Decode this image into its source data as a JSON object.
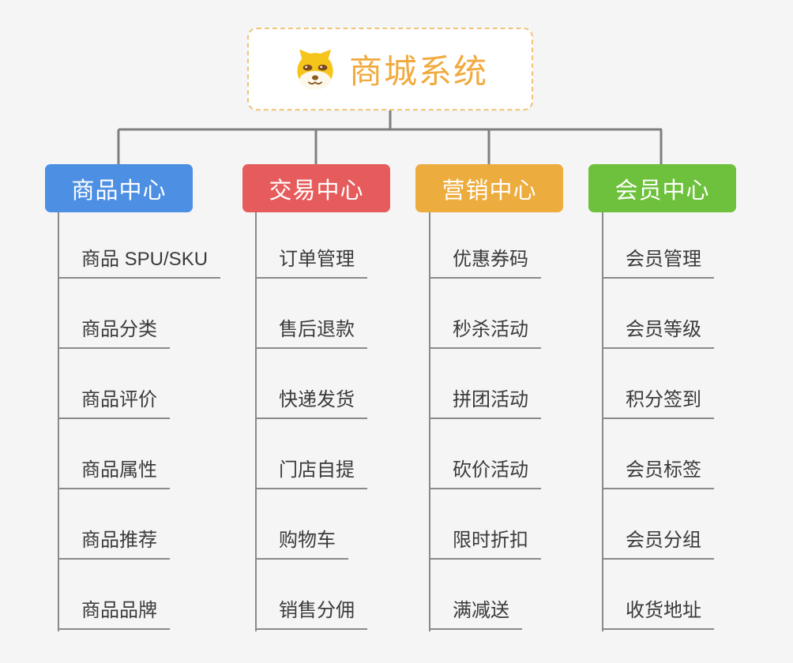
{
  "root": {
    "title": "商城系统",
    "icon": "doge-icon"
  },
  "colors": {
    "background": "#f5f5f6",
    "root_text": "#f0aa3e",
    "root_border": "#f2c47a",
    "connector_line": "#7f7f7f",
    "item_line": "#8a8a8a",
    "item_text": "#3a3a3a",
    "branch_blue": "#4d8fe3",
    "branch_red": "#e65c5c",
    "branch_orange": "#edac3e",
    "branch_green": "#6dc13c"
  },
  "columns": [
    {
      "label": "商品中心",
      "color": "#4d8fe3",
      "items": [
        {
          "label": "商品 SPU/SKU"
        },
        {
          "label": "商品分类"
        },
        {
          "label": "商品评价"
        },
        {
          "label": "商品属性"
        },
        {
          "label": "商品推荐"
        },
        {
          "label": "商品品牌"
        }
      ]
    },
    {
      "label": "交易中心",
      "color": "#e65c5c",
      "items": [
        {
          "label": "订单管理"
        },
        {
          "label": "售后退款"
        },
        {
          "label": "快递发货"
        },
        {
          "label": "门店自提"
        },
        {
          "label": "购物车"
        },
        {
          "label": "销售分佣"
        }
      ]
    },
    {
      "label": "营销中心",
      "color": "#edac3e",
      "items": [
        {
          "label": "优惠券码"
        },
        {
          "label": "秒杀活动"
        },
        {
          "label": "拼团活动"
        },
        {
          "label": "砍价活动"
        },
        {
          "label": "限时折扣"
        },
        {
          "label": "满减送"
        }
      ]
    },
    {
      "label": "会员中心",
      "color": "#6dc13c",
      "items": [
        {
          "label": "会员管理"
        },
        {
          "label": "会员等级"
        },
        {
          "label": "积分签到"
        },
        {
          "label": "会员标签"
        },
        {
          "label": "会员分组"
        },
        {
          "label": "收货地址"
        }
      ]
    }
  ]
}
